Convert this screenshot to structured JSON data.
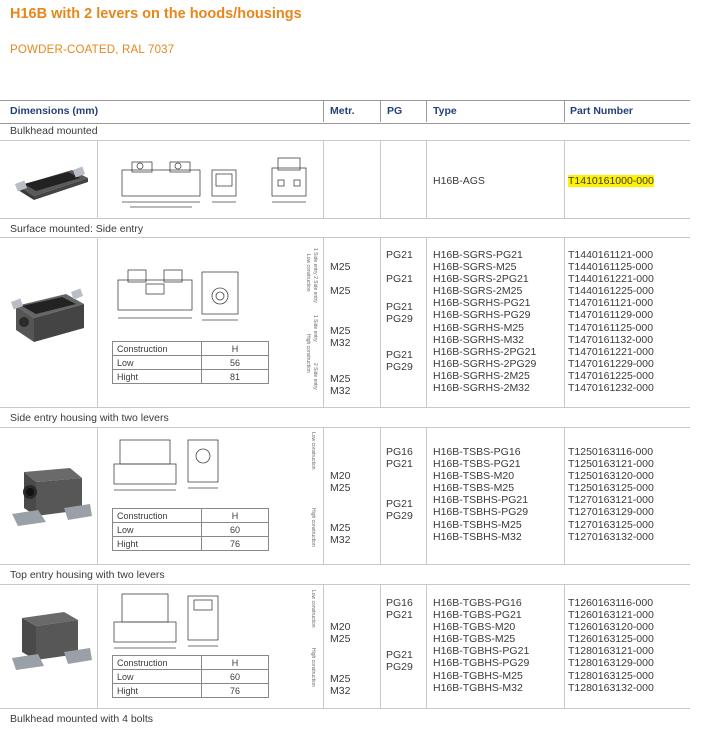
{
  "title": "H16B with 2 levers on the hoods/housings",
  "subtitle": "POWDER-COATED, RAL 7037",
  "headers": {
    "dimensions": "Dimensions (mm)",
    "metr": "Metr.",
    "pg": "PG",
    "type": "Type",
    "part": "Part Number"
  },
  "sections": {
    "s1": "Bulkhead mounted",
    "s2": "Surface mounted: Side entry",
    "s3": "Side entry housing with two levers",
    "s4": "Top entry housing with two levers",
    "s5": "Bulkhead mounted with 4 bolts"
  },
  "row1": {
    "type": "H16B-AGS",
    "part": "T1410161000-000"
  },
  "row2": {
    "metr": [
      "M25",
      "M25",
      "M25\nM32",
      "M25\nM32"
    ],
    "pg": [
      "PG21",
      "PG21",
      "PG21\nPG29",
      "PG21\nPG29"
    ],
    "type": "H16B-SGRS-PG21\nH16B-SGRS-M25\nH16B-SGRS-2PG21\nH16B-SGRS-2M25\nH16B-SGRHS-PG21\nH16B-SGRHS-PG29\nH16B-SGRHS-M25\nH16B-SGRHS-M32\nH16B-SGRHS-2PG21\nH16B-SGRHS-2PG29\nH16B-SGRHS-2M25\nH16B-SGRHS-2M32",
    "part": "T1440161121-000\nT1440161125-000\nT1440161221-000\nT1440161225-000\nT1470161121-000\nT1470161129-000\nT1470161125-000\nT1470161132-000\nT1470161221-000\nT1470161229-000\nT1470161225-000\nT1470161232-000",
    "construction": {
      "head": [
        "Construction",
        "H"
      ],
      "rows": [
        [
          "Low",
          "56"
        ],
        [
          "Hight",
          "81"
        ]
      ]
    }
  },
  "row3": {
    "metr": [
      "M20\nM25",
      "M25\nM32"
    ],
    "pg": [
      "PG16\nPG21",
      "PG21\nPG29"
    ],
    "type": "H16B-TSBS-PG16\nH16B-TSBS-PG21\nH16B-TSBS-M20\nH16B-TSBS-M25\nH16B-TSBHS-PG21\nH16B-TSBHS-PG29\nH16B-TSBHS-M25\nH16B-TSBHS-M32",
    "part": "T1250163116-000\nT1250163121-000\nT1250163120-000\nT1250163125-000\nT1270163121-000\nT1270163129-000\nT1270163125-000\nT1270163132-000",
    "construction": {
      "head": [
        "Construction",
        "H"
      ],
      "rows": [
        [
          "Low",
          "60"
        ],
        [
          "Hight",
          "76"
        ]
      ]
    }
  },
  "row4": {
    "metr": [
      "M20\nM25",
      "M25\nM32"
    ],
    "pg": [
      "PG16\nPG21",
      "PG21\nPG29"
    ],
    "type": "H16B-TGBS-PG16\nH16B-TGBS-PG21\nH16B-TGBS-M20\nH16B-TGBS-M25\nH16B-TGBHS-PG21\nH16B-TGBHS-PG29\nH16B-TGBHS-M25\nH16B-TGBHS-M32",
    "part": "T1260163116-000\nT1260163121-000\nT1260163120-000\nT1260163125-000\nT1280163121-000\nT1280163129-000\nT1280163125-000\nT1280163132-000",
    "construction": {
      "head": [
        "Construction",
        "H"
      ],
      "rows": [
        [
          "Low",
          "60"
        ],
        [
          "Hight",
          "76"
        ]
      ]
    }
  },
  "vlabels": {
    "r2a": "1 Side entry  2 Side entry",
    "r2b": "Low construction",
    "r2c": "1 Side entry",
    "r2d": "High construction",
    "r2e": "2 Side entry",
    "low": "Low construction",
    "high": "High construction"
  },
  "colors": {
    "accent": "#e8861a",
    "header_text": "#23407a",
    "highlight": "#fff200"
  }
}
